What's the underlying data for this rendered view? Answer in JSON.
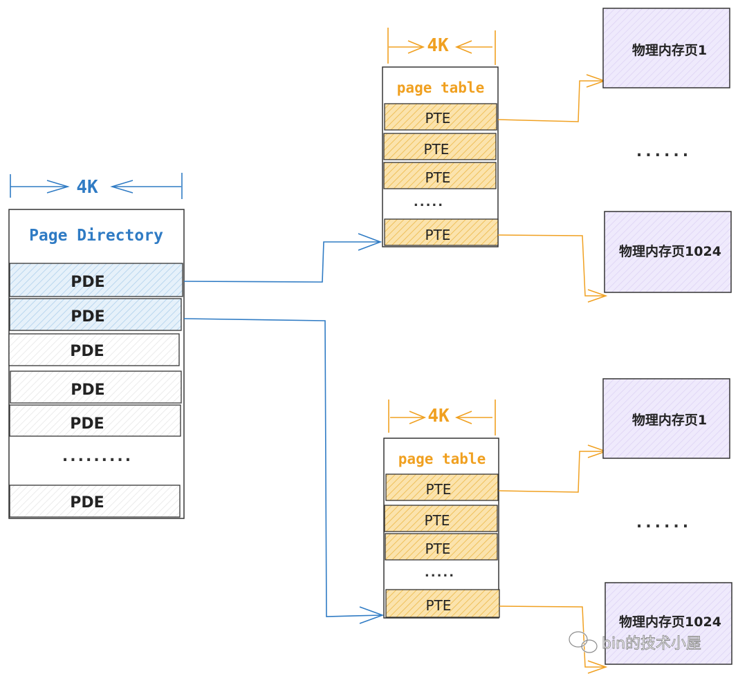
{
  "colors": {
    "blue": "#2f7bc4",
    "orange": "#f0a020",
    "pde_highlight": "#dcecf8",
    "pte_fill": "#f8dc9a",
    "phys_fill": "#ece6fb",
    "stroke": "#333333",
    "text": "#222222"
  },
  "page_directory": {
    "size_label": "4K",
    "title": "Page Directory",
    "entries": [
      "PDE",
      "PDE",
      "PDE",
      "PDE",
      "PDE",
      "PDE"
    ],
    "ellipsis": "........."
  },
  "page_tables": [
    {
      "size_label": "4K",
      "title": "page table",
      "entries": [
        "PTE",
        "PTE",
        "PTE",
        "PTE"
      ],
      "ellipsis": "....."
    },
    {
      "size_label": "4K",
      "title": "page table",
      "entries": [
        "PTE",
        "PTE",
        "PTE",
        "PTE"
      ],
      "ellipsis": "....."
    }
  ],
  "physical_pages": [
    {
      "label": "物理内存页1"
    },
    {
      "label": "物理内存页1024"
    },
    {
      "label": "物理内存页1"
    },
    {
      "label": "物理内存页1024"
    }
  ],
  "physical_ellipsis": [
    "......",
    "......"
  ],
  "watermark": {
    "text": "bin的技术小屋",
    "icon": "wechat-icon"
  }
}
